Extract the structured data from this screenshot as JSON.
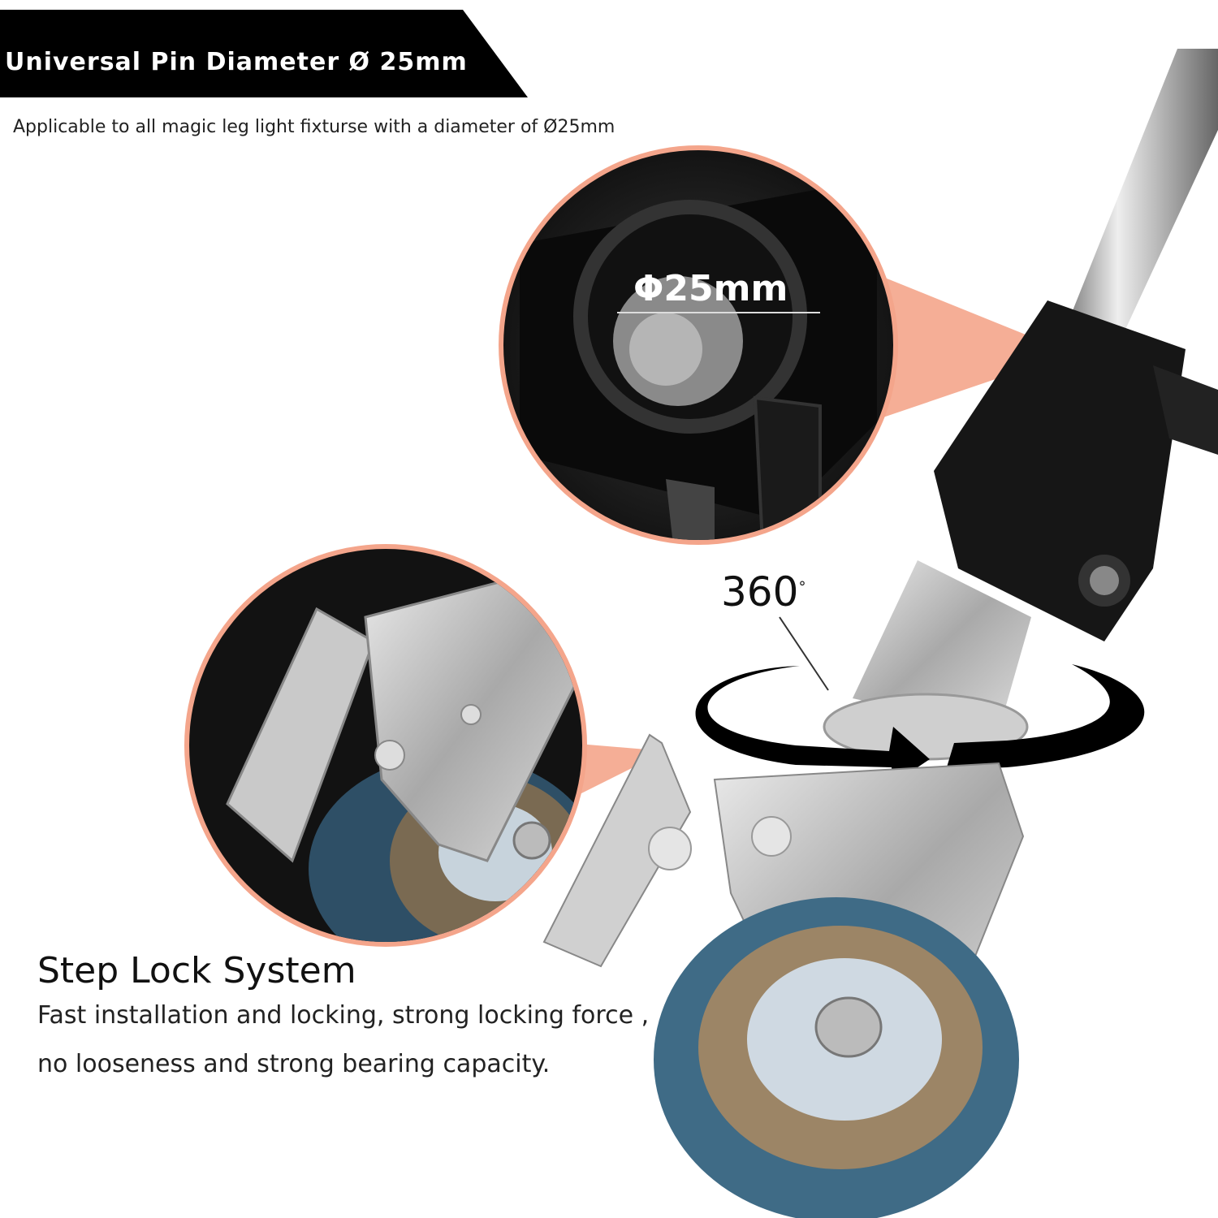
{
  "banner": {
    "title": "Universal Pin Diameter Ø 25mm"
  },
  "subtitle": "Applicable to all magic leg light fixturse with a diameter of Ø25mm",
  "callout_top": {
    "label": "Φ25mm"
  },
  "rotation": {
    "label": "360",
    "unit": "°"
  },
  "feature": {
    "heading": "Step Lock System",
    "line1": "Fast installation and locking, strong locking force ,",
    "line2": "no looseness and strong bearing capacity."
  },
  "colors": {
    "accent_orange": "#f4a58b",
    "wheel_blue": "#3f6b86",
    "wheel_tan": "#9c8566",
    "metal": "#c9c9c9",
    "black": "#000000"
  }
}
